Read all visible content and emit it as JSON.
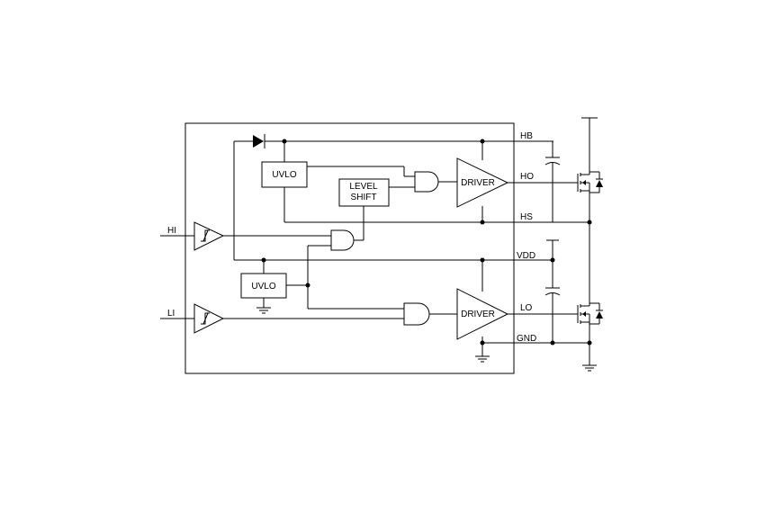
{
  "blocks": {
    "uvlo_high": "UVLO",
    "level_shift_line1": "LEVEL",
    "level_shift_line2": "SHIFT",
    "driver_high": "DRIVER",
    "uvlo_low": "UVLO",
    "driver_low": "DRIVER"
  },
  "pins": {
    "hb": "HB",
    "ho": "HO",
    "hs": "HS",
    "vdd": "VDD",
    "lo": "LO",
    "gnd": "GND",
    "hi": "HI",
    "li": "LI"
  }
}
